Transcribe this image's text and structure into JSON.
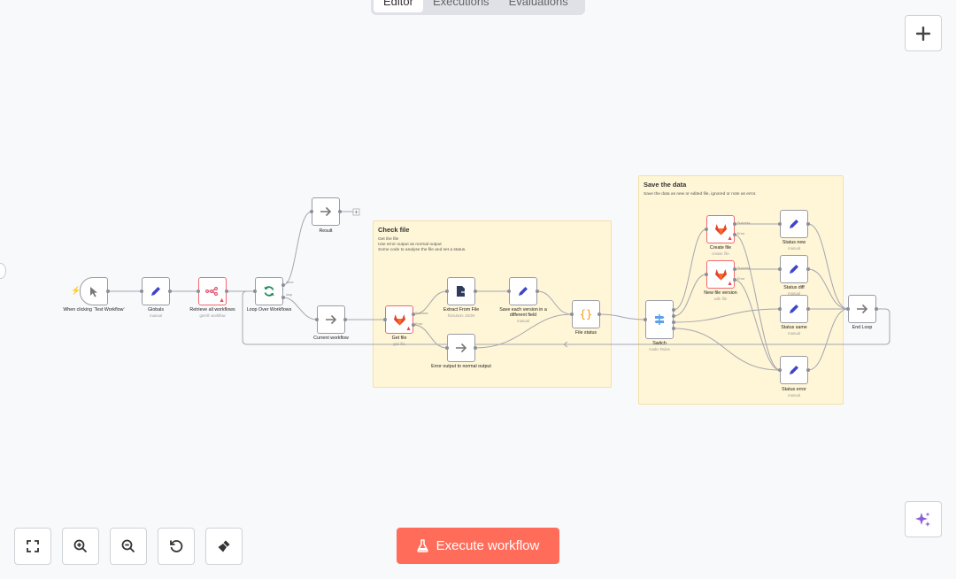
{
  "tabs": [
    {
      "label": "Editor",
      "active": true
    },
    {
      "label": "Executions",
      "active": false
    },
    {
      "label": "Evaluations",
      "active": false
    }
  ],
  "execute_button": {
    "label": "Execute workflow",
    "color": "#ff6d5a"
  },
  "toolbar_icons": [
    "fit-view-icon",
    "zoom-in-icon",
    "zoom-out-icon",
    "reset-zoom-icon",
    "tidy-up-icon"
  ],
  "colors": {
    "canvas": "#f8f9fb",
    "sticky": "#fff5d7",
    "error_border": "#f06a72",
    "accent": "#ff6d5a"
  },
  "stickies": [
    {
      "title": "Check file",
      "text": "Get the file\nUse error output as normal output\nSome code to analyse the file and set a status."
    },
    {
      "title": "Save the data",
      "text": "Save the data as new or edited file, ignored or note as error."
    }
  ],
  "nodes": {
    "trigger": {
      "label": "When clicking ‘Test Workflow’",
      "sub": ""
    },
    "globals": {
      "label": "Globals",
      "sub": "manual"
    },
    "retrieve": {
      "label": "Retrieve all workflows",
      "sub": "getAll: workflow"
    },
    "loop": {
      "label": "Loop Over Workflows",
      "sub": ""
    },
    "result": {
      "label": "Result",
      "sub": ""
    },
    "current": {
      "label": "Current workflow",
      "sub": ""
    },
    "getfile": {
      "label": "Get file",
      "sub": "get: file"
    },
    "extract": {
      "label": "Extract From File",
      "sub": "fromJson: JSON"
    },
    "errout": {
      "label": "Error output to normal output",
      "sub": ""
    },
    "saveeach": {
      "label": "Save each version in a different field",
      "sub": "manual"
    },
    "filestatus": {
      "label": "File status",
      "sub": ""
    },
    "switch": {
      "label": "Switch",
      "sub": "mode: Rules"
    },
    "create": {
      "label": "Create file",
      "sub": "create: file"
    },
    "newver": {
      "label": "New file version",
      "sub": "edit: file"
    },
    "snew": {
      "label": "Status new",
      "sub": "manual"
    },
    "sdiff": {
      "label": "Status diff",
      "sub": "manual"
    },
    "ssame": {
      "label": "Status same",
      "sub": "manual"
    },
    "serror": {
      "label": "Status error",
      "sub": "manual"
    },
    "endloop": {
      "label": "End Loop",
      "sub": ""
    }
  },
  "connection_labels": {
    "loop_done": "done",
    "loop_loop": "loop",
    "getfile_success": "Success",
    "getfile_error": "Error",
    "create_success": "Success",
    "create_error": "Error",
    "newver_success": "Success",
    "newver_error": "Error"
  }
}
